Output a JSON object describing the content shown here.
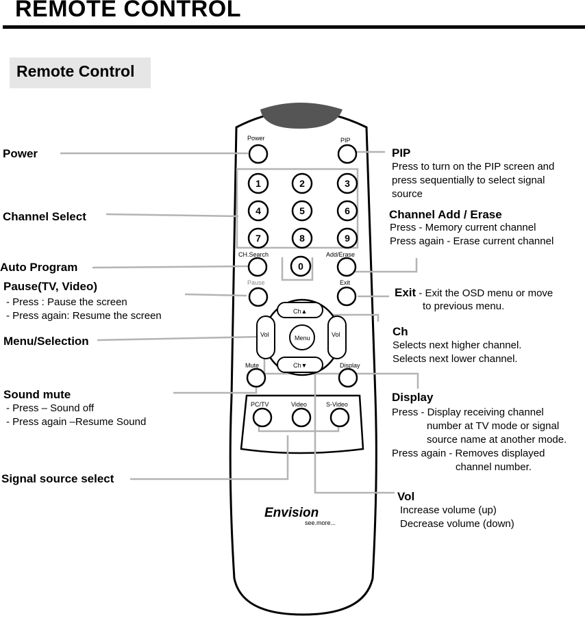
{
  "header": {
    "title": "REMOTE CONTROL",
    "section": "Remote Control"
  },
  "left_labels": {
    "power": "Power",
    "channel_select": "Channel Select",
    "auto_program": "Auto Program",
    "pause": {
      "title": "Pause(TV, Video)",
      "lines": [
        "- Press : Pause the screen",
        "- Press again: Resume the screen"
      ]
    },
    "menu_selection": "Menu/Selection",
    "sound_mute": {
      "title": "Sound mute",
      "lines": [
        "- Press – Sound off",
        "- Press again –Resume Sound"
      ]
    },
    "signal_source": "Signal source select"
  },
  "right_labels": {
    "pip": {
      "title": "PIP",
      "lines": [
        "Press to turn on the PIP screen and",
        "press sequentially to select signal",
        "source"
      ]
    },
    "channel_add": {
      "title": "Channel Add / Erase",
      "lines": [
        "Press - Memory current channel",
        "Press again - Erase current channel"
      ]
    },
    "exit": {
      "title": "Exit",
      "text": " - Exit the OSD menu or move",
      "line2": "to previous menu."
    },
    "ch": {
      "title": "Ch",
      "lines": [
        "Selects next higher channel.",
        "Selects next lower channel."
      ]
    },
    "display": {
      "title": "Display",
      "lines": [
        "Press - Display receiving channel",
        "number at TV mode or signal",
        "source name at another mode.",
        "Press again - Removes displayed",
        "channel number."
      ]
    },
    "vol": {
      "title": "Vol",
      "lines": [
        "Increase volume (up)",
        "Decrease volume (down)"
      ]
    }
  },
  "remote": {
    "power": "Power",
    "pip": "PIP",
    "digits": [
      "1",
      "2",
      "3",
      "4",
      "5",
      "6",
      "7",
      "8",
      "9",
      "0"
    ],
    "ch_search": "CH.Search",
    "add_erase": "Add/Erase",
    "pause": "Pause",
    "exit": "Exit",
    "ch_up": "Ch▲",
    "ch_down": "Ch▼",
    "vol_left": "Vol",
    "vol_right": "Vol",
    "menu": "Menu",
    "mute": "Mute",
    "display": "Display",
    "pctv": "PC/TV",
    "video": "Video",
    "svideo": "S-Video",
    "brand": "Envision",
    "tagline": "see.more..."
  }
}
